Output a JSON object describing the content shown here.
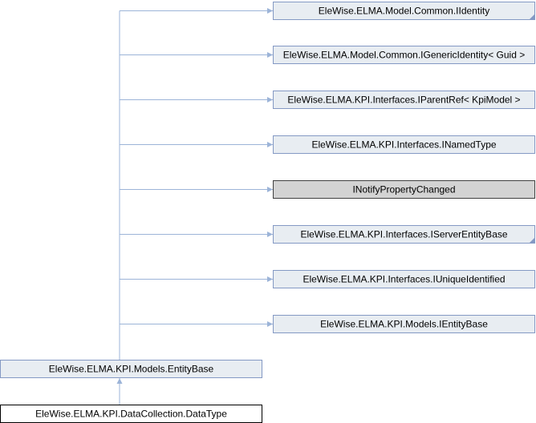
{
  "colors": {
    "interface_fill": "#e8edf2",
    "interface_border": "#8499c4",
    "external_fill": "#d3d3d3",
    "external_border": "#404040",
    "derived_fill": "#ffffff",
    "derived_border": "#000000",
    "edge": "#9cb4d8",
    "text": "#000000"
  },
  "nodes": [
    {
      "id": "iidentity",
      "label": "EleWise.ELMA.Model.Common.IIdentity",
      "kind": "interface",
      "truncated": true
    },
    {
      "id": "igenericidentity",
      "label": "EleWise.ELMA.Model.Common.IGenericIdentity< Guid >",
      "kind": "interface",
      "truncated": false
    },
    {
      "id": "iparentref",
      "label": "EleWise.ELMA.KPI.Interfaces.IParentRef< KpiModel >",
      "kind": "interface",
      "truncated": false
    },
    {
      "id": "inamedtype",
      "label": "EleWise.ELMA.KPI.Interfaces.INamedType",
      "kind": "interface",
      "truncated": false
    },
    {
      "id": "inotifypropertychanged",
      "label": "INotifyPropertyChanged",
      "kind": "external",
      "truncated": false
    },
    {
      "id": "iserverentitybase",
      "label": "EleWise.ELMA.KPI.Interfaces.IServerEntityBase",
      "kind": "interface",
      "truncated": true
    },
    {
      "id": "iuniqueidentified",
      "label": "EleWise.ELMA.KPI.Interfaces.IUniqueIdentified",
      "kind": "interface",
      "truncated": false
    },
    {
      "id": "ientitybase",
      "label": "EleWise.ELMA.KPI.Models.IEntityBase",
      "kind": "interface",
      "truncated": false
    },
    {
      "id": "entitybase",
      "label": "EleWise.ELMA.KPI.Models.EntityBase",
      "kind": "interface",
      "truncated": false
    },
    {
      "id": "datatype",
      "label": "EleWise.ELMA.KPI.DataCollection.DataType",
      "kind": "derived",
      "truncated": false
    }
  ],
  "edges": [
    {
      "from": "datatype",
      "to": "entitybase"
    },
    {
      "from": "entitybase",
      "to": "iidentity"
    },
    {
      "from": "entitybase",
      "to": "igenericidentity"
    },
    {
      "from": "entitybase",
      "to": "iparentref"
    },
    {
      "from": "entitybase",
      "to": "inamedtype"
    },
    {
      "from": "entitybase",
      "to": "inotifypropertychanged"
    },
    {
      "from": "entitybase",
      "to": "iserverentitybase"
    },
    {
      "from": "entitybase",
      "to": "iuniqueidentified"
    },
    {
      "from": "entitybase",
      "to": "ientitybase"
    }
  ]
}
